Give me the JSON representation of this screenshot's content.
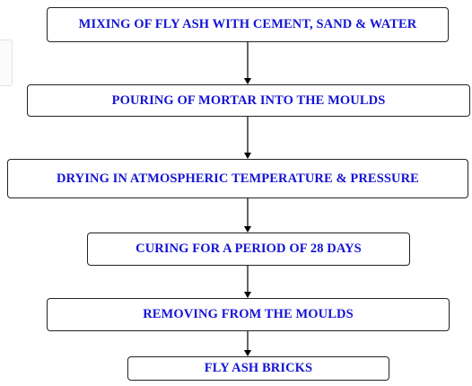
{
  "flowchart": {
    "steps": [
      {
        "label": "MIXING OF FLY ASH WITH CEMENT, SAND & WATER"
      },
      {
        "label": "POURING OF MORTAR INTO THE MOULDS"
      },
      {
        "label": "DRYING IN ATMOSPHERIC TEMPERATURE & PRESSURE"
      },
      {
        "label": "CURING FOR A PERIOD OF 28 DAYS"
      },
      {
        "label": "REMOVING FROM THE MOULDS"
      },
      {
        "label": "FLY ASH BRICKS"
      }
    ]
  },
  "colors": {
    "text": "#1414d2",
    "border": "#222222",
    "arrow": "#000000"
  }
}
